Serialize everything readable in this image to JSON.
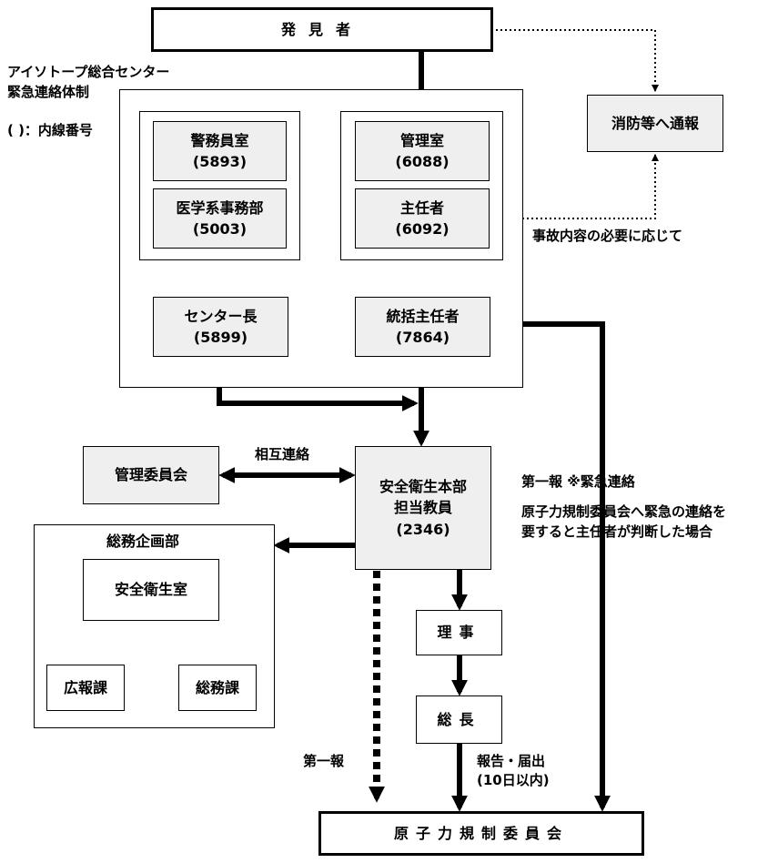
{
  "title": {
    "line1": "アイソトープ総合センター",
    "line2": "緊急連絡体制",
    "note": "( )：内線番号"
  },
  "nodes": {
    "discoverer": "発見者",
    "fire_report": "消防等へ通報",
    "guard_room": {
      "name": "警務員室",
      "ext": "(5893)"
    },
    "medical_office": {
      "name": "医学系事務部",
      "ext": "(5003)"
    },
    "control_room": {
      "name": "管理室",
      "ext": "(6088)"
    },
    "supervisor": {
      "name": "主任者",
      "ext": "(6092)"
    },
    "center_director": {
      "name": "センター長",
      "ext": "(5899)"
    },
    "general_supervisor": {
      "name": "統括主任者",
      "ext": "(7864)"
    },
    "management_committee": "管理委員会",
    "safety_hq": {
      "line1": "安全衛生本部",
      "line2": "担当教員",
      "ext": "(2346)"
    },
    "general_affairs": {
      "title": "総務企画部",
      "safety_office": "安全衛生室",
      "pr_section": "広報課",
      "ga_section": "総務課"
    },
    "director": "理事",
    "president": "総長",
    "nra": "原子力規制委員会"
  },
  "labels": {
    "as_needed": "事故内容の必要に応じて",
    "mutual_contact": "相互連絡",
    "first_report_emergency": "第一報 ※緊急連絡",
    "emergency_condition_1": "原子力規制委員会へ緊急の連絡を",
    "emergency_condition_2": "要すると主任者が判断した場合",
    "first_report": "第一報",
    "report_1": "報告・届出",
    "report_2": "(10日以内)"
  }
}
